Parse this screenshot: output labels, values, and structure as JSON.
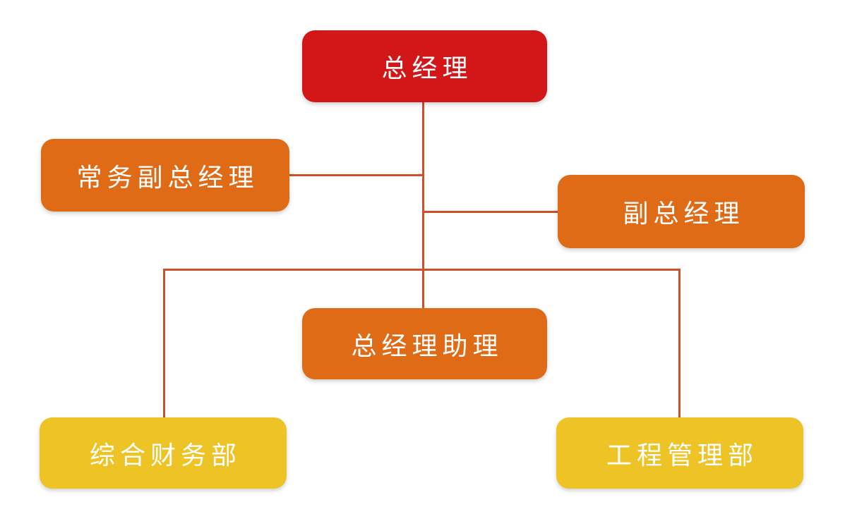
{
  "diagram": {
    "type": "org-chart",
    "background_color": "#ffffff",
    "connector_color": "#d0502c",
    "text_color": "#ffffff",
    "nodes": [
      {
        "id": "general-manager",
        "label": "总经理",
        "color": "#d31718",
        "level": 1
      },
      {
        "id": "executive-deputy-general-manager",
        "label": "常务副总经理",
        "color": "#e06b16",
        "level": 2
      },
      {
        "id": "deputy-general-manager",
        "label": "副总经理",
        "color": "#e06b16",
        "level": 2
      },
      {
        "id": "general-manager-assistant",
        "label": "总经理助理",
        "color": "#e06b16",
        "level": 2
      },
      {
        "id": "finance-department",
        "label": "综合财务部",
        "color": "#eec326",
        "level": 3
      },
      {
        "id": "engineering-department",
        "label": "工程管理部",
        "color": "#eec326",
        "level": 3
      }
    ],
    "edges": [
      {
        "from": "general-manager",
        "to": "executive-deputy-general-manager"
      },
      {
        "from": "general-manager",
        "to": "deputy-general-manager"
      },
      {
        "from": "general-manager",
        "to": "general-manager-assistant"
      },
      {
        "from": "general-manager",
        "to": "finance-department"
      },
      {
        "from": "general-manager",
        "to": "engineering-department"
      }
    ]
  }
}
